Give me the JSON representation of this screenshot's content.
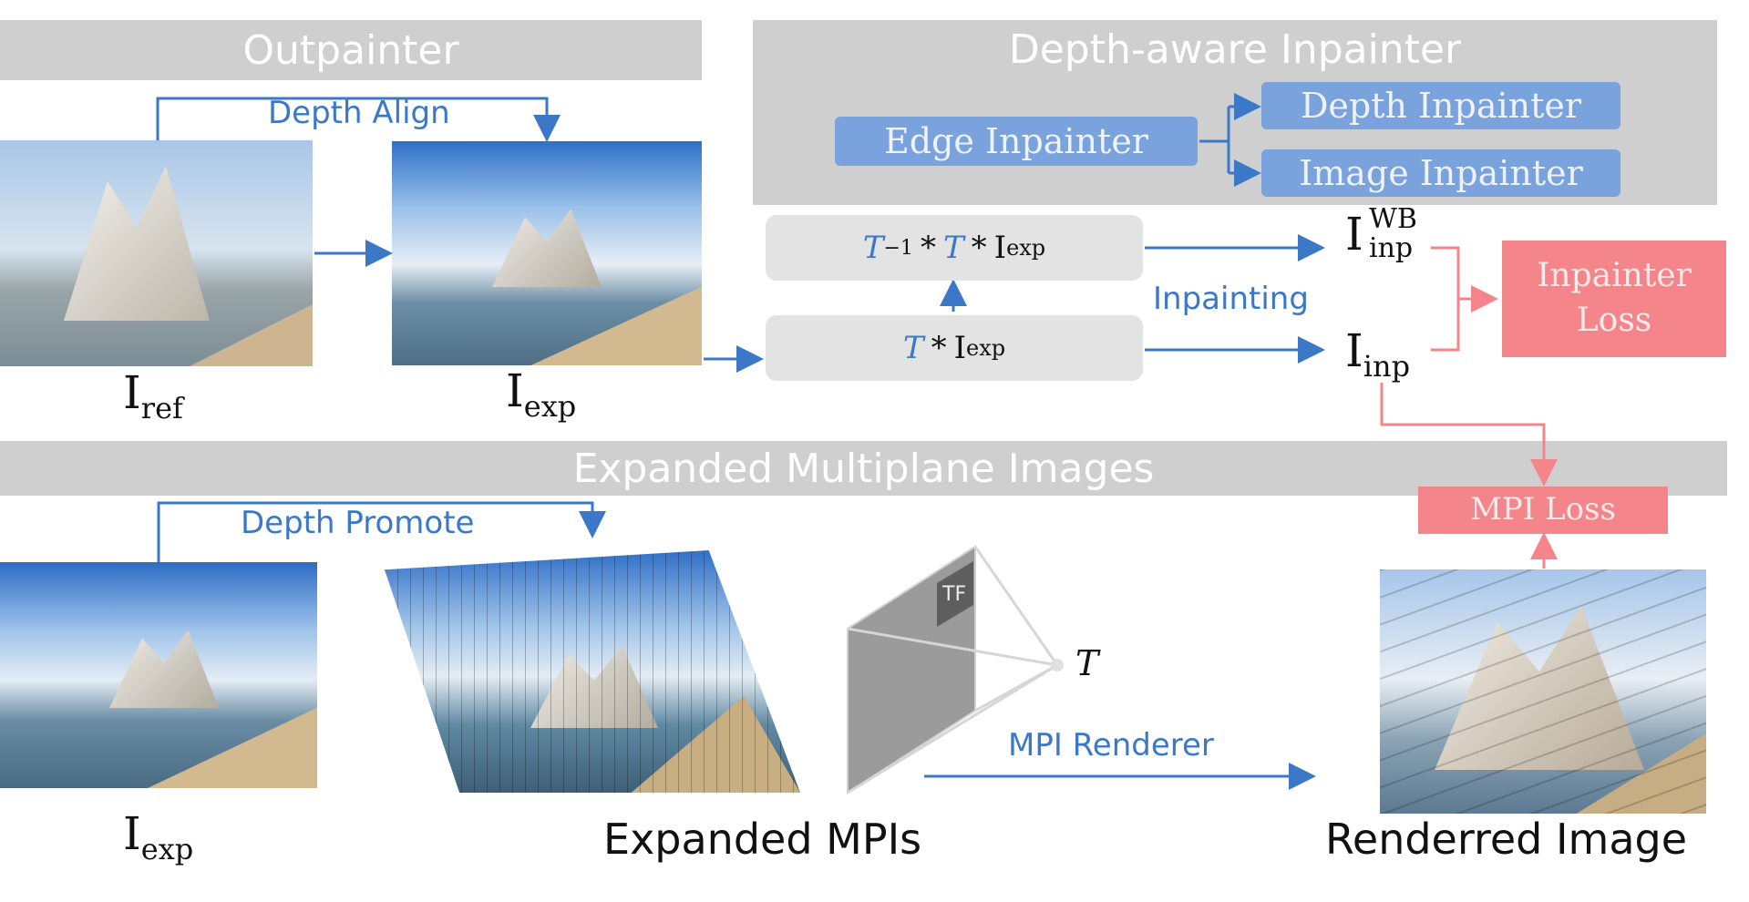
{
  "sections": {
    "outpainter": "Outpainter",
    "depth_inpainter": "Depth-aware Inpainter",
    "expanded_mpi": "Expanded Multiplane Images"
  },
  "inpainter_modules": {
    "edge": "Edge Inpainter",
    "depth": "Depth Inpainter",
    "image": "Image Inpainter"
  },
  "arrow_labels": {
    "depth_align": "Depth Align",
    "depth_promote": "Depth Promote",
    "inpainting": "Inpainting",
    "mpi_renderer": "MPI Renderer"
  },
  "math": {
    "I": "I",
    "ref": "ref",
    "exp": "exp",
    "inp": "inp",
    "wb": "WB",
    "T": "T",
    "inv": "−1",
    "star": "*",
    "tf": "TF"
  },
  "losses": {
    "inpainter_loss_1": "Inpainter",
    "inpainter_loss_2": "Loss",
    "mpi_loss": "MPI Loss"
  },
  "captions": {
    "expanded_mpis": "Expanded MPIs",
    "rendered_image": "Renderred Image"
  },
  "colors": {
    "arrow_blue": "#3b78c8",
    "loss_pink": "#f4858a",
    "header_gray": "#cfcfcf",
    "module_blue": "#7aa2dc"
  }
}
